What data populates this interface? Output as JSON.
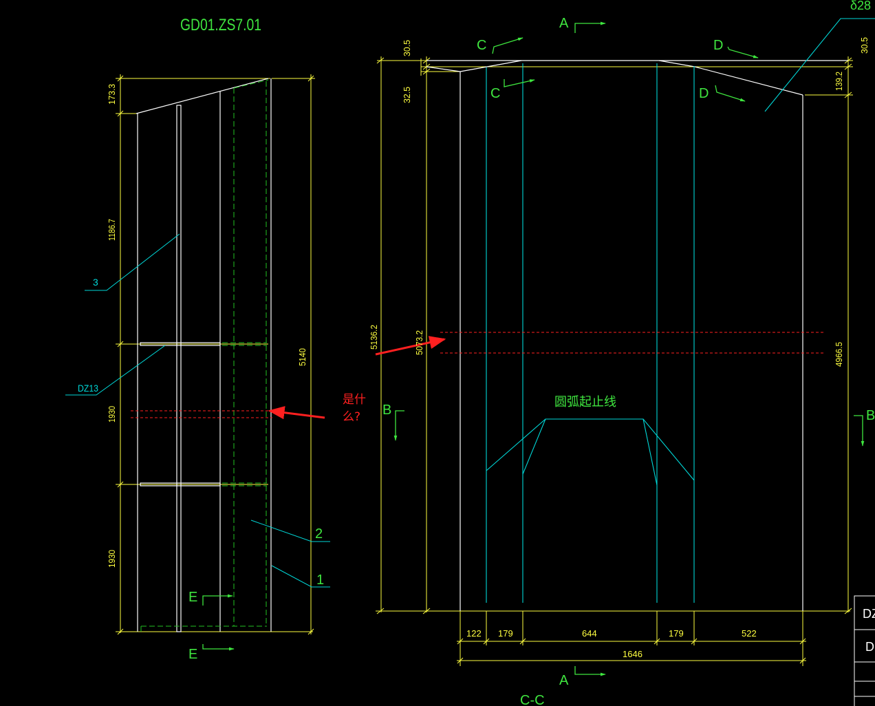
{
  "drawing": {
    "title": "GD01.ZS7.01",
    "section_label": "C-C",
    "arc_note": "圆弧起止线",
    "question_note": "是什么?",
    "top_right_label": "δ28"
  },
  "left_view": {
    "dims": {
      "d1": "173.3",
      "d2": "1186.7",
      "d3": "1930",
      "d4": "1930",
      "overall": "5140"
    },
    "callouts": {
      "part3": "3",
      "dz": "DZ13",
      "part2": "2",
      "part1": "1"
    },
    "section_marks": {
      "e_upper": "E",
      "e_lower": "E"
    }
  },
  "right_view": {
    "dims": {
      "top_left": "30.5",
      "top_left2": "32.5",
      "top_right": "30.5",
      "top_right2": "139.2",
      "height_outer": "5136.2",
      "height_inner": "5073.2",
      "height_right": "4966.5",
      "bottom": [
        "122",
        "179",
        "644",
        "179",
        "522"
      ],
      "bottom_total": "1646"
    },
    "section_marks": {
      "a_top": "A",
      "a_bottom": "A",
      "b_left": "B",
      "b_right": "B",
      "c_upper": "C",
      "c_lower": "C",
      "d_upper": "D",
      "d_lower": "D"
    }
  },
  "title_block": {
    "row1": "DZ",
    "row2": "D"
  },
  "colors": {
    "dimension": "#ffff40",
    "outline": "#ffffff",
    "centerline": "#00d8d8",
    "label": "#3fe63f",
    "dashed": "#22c422",
    "annotation": "#ff2020"
  }
}
